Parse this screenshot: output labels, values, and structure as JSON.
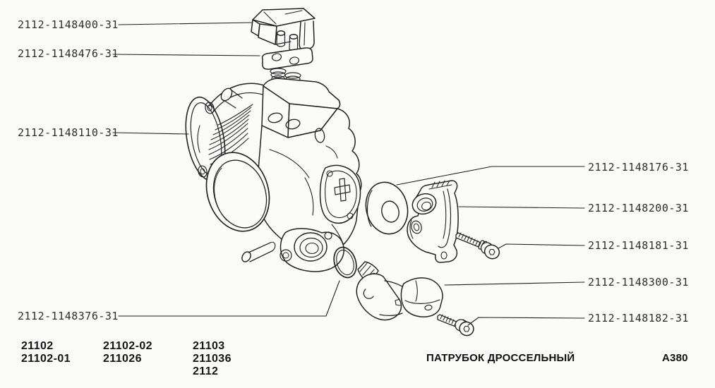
{
  "page": {
    "background": "#fbfbf9",
    "ink": "#222222",
    "kind": "exploded-parts-diagram"
  },
  "callouts": {
    "left": [
      {
        "label": "2112-1148400-31",
        "points_to": "mounting-bracket"
      },
      {
        "label": "2112-1148476-31",
        "points_to": "seal-plate"
      },
      {
        "label": "2112-1148110-31",
        "points_to": "throttle-body"
      },
      {
        "label": "2112-1148376-31",
        "points_to": "o-ring"
      }
    ],
    "right": [
      {
        "label": "2112-1148176-31",
        "points_to": "foam-ring"
      },
      {
        "label": "2112-1148200-31",
        "points_to": "throttle-position-sensor"
      },
      {
        "label": "2112-1148181-31",
        "points_to": "sensor-screw"
      },
      {
        "label": "2112-1148300-31",
        "points_to": "idle-air-control-valve"
      },
      {
        "label": "2112-1148182-31",
        "points_to": "valve-screw"
      }
    ]
  },
  "applicability": {
    "columns": [
      [
        "21102",
        "21102-01"
      ],
      [
        "21102-02",
        "211026"
      ],
      [
        "21103",
        "211036",
        "2112"
      ]
    ]
  },
  "footer": {
    "title": "ПАТРУБОК ДРОССЕЛЬНЫЙ",
    "plate_code": "A380"
  }
}
